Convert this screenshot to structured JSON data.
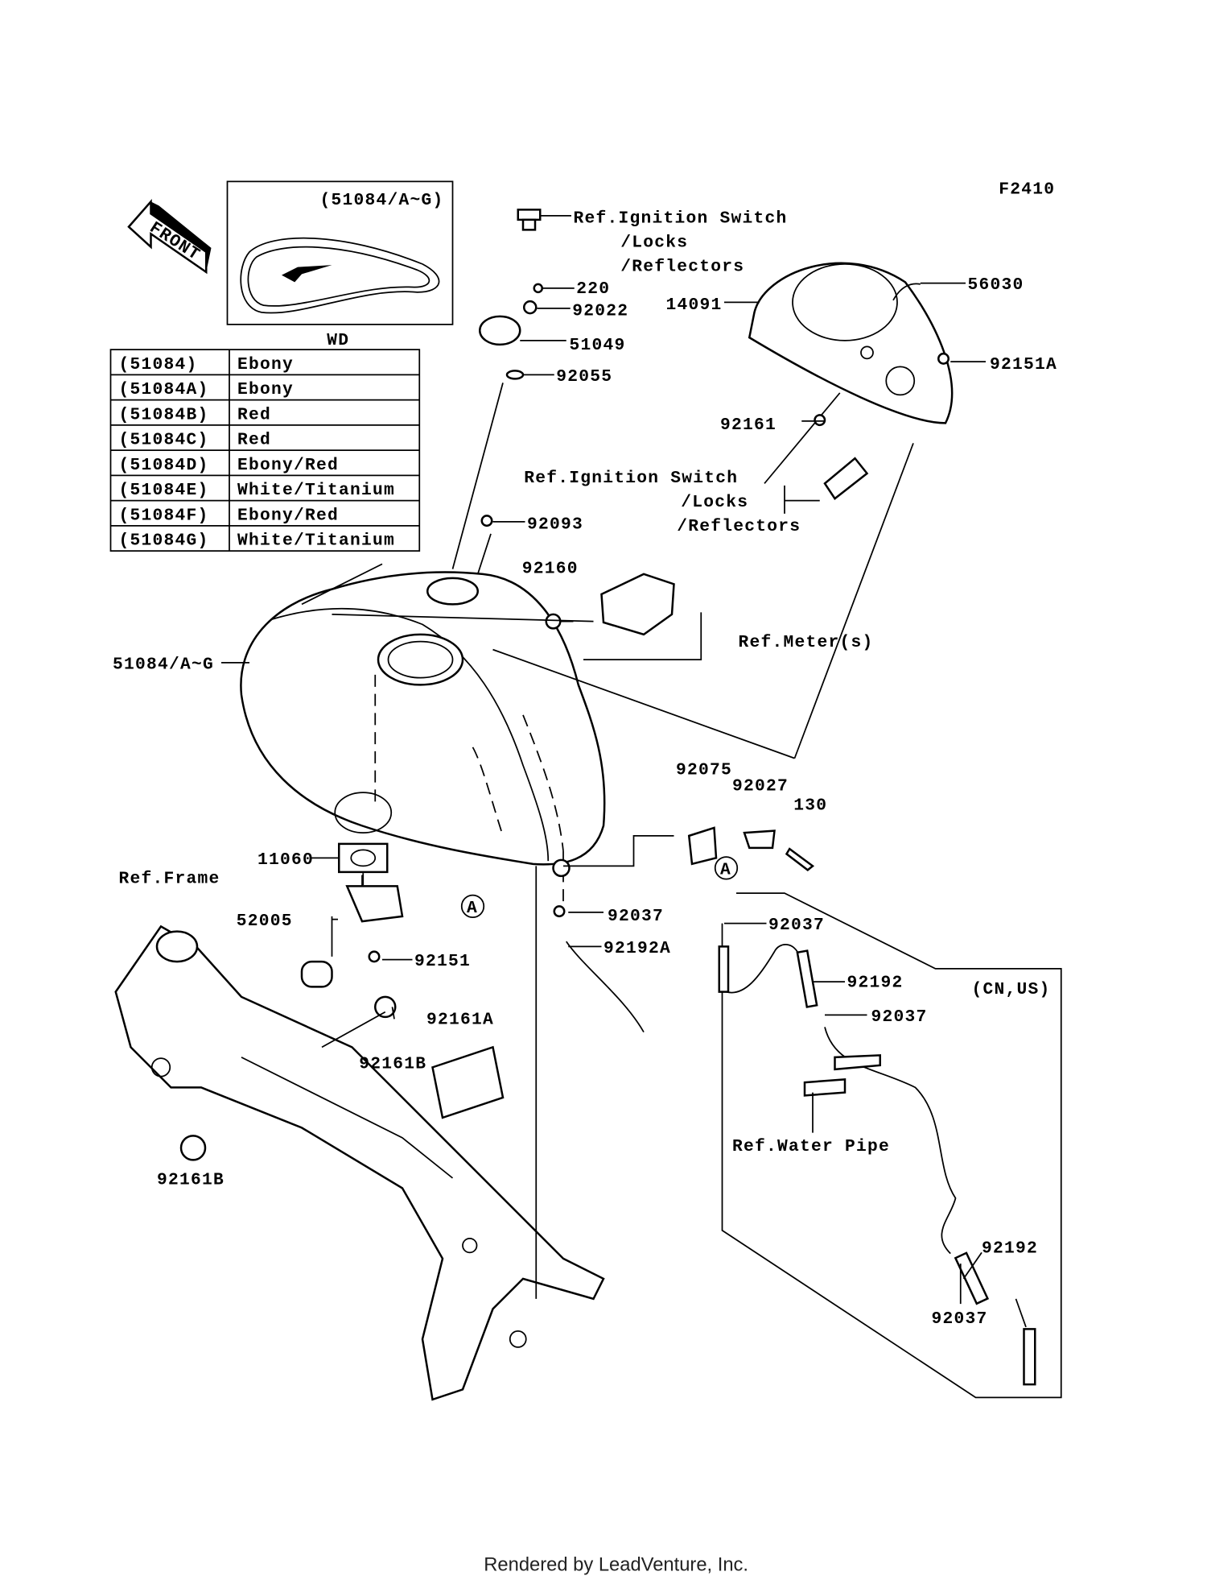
{
  "figure_code": "F2410",
  "front_label": "FRONT",
  "inset": {
    "title": "(51084/A~G)"
  },
  "color_table": {
    "header": "WD",
    "rows": [
      {
        "part": "(51084)",
        "color": "Ebony"
      },
      {
        "part": "(51084A)",
        "color": "Ebony"
      },
      {
        "part": "(51084B)",
        "color": "Red"
      },
      {
        "part": "(51084C)",
        "color": "Red"
      },
      {
        "part": "(51084D)",
        "color": "Ebony/Red"
      },
      {
        "part": "(51084E)",
        "color": "White/Titanium"
      },
      {
        "part": "(51084F)",
        "color": "Ebony/Red"
      },
      {
        "part": "(51084G)",
        "color": "White/Titanium"
      }
    ]
  },
  "labels": [
    "Ref.Ignition Switch",
    "/Locks",
    "/Reflectors",
    "220",
    "92022",
    "51049",
    "92055",
    "14091",
    "56030",
    "92151A",
    "92161",
    "Ref.Ignition Switch",
    "/Locks",
    "/Reflectors",
    "92093",
    "92160",
    "Ref.Meter(s)",
    "51084/A~G",
    "92075",
    "92027",
    "130",
    "11060",
    "Ref.Frame",
    "52005",
    "92151",
    "92037",
    "92192A",
    "92161A",
    "92161B",
    "92161B",
    "92037",
    "92192",
    "92037",
    "(CN,US)",
    "Ref.Water Pipe",
    "92192",
    "92037"
  ],
  "callouts": [
    "A",
    "A"
  ],
  "footer": "Rendered by LeadVenture, Inc."
}
